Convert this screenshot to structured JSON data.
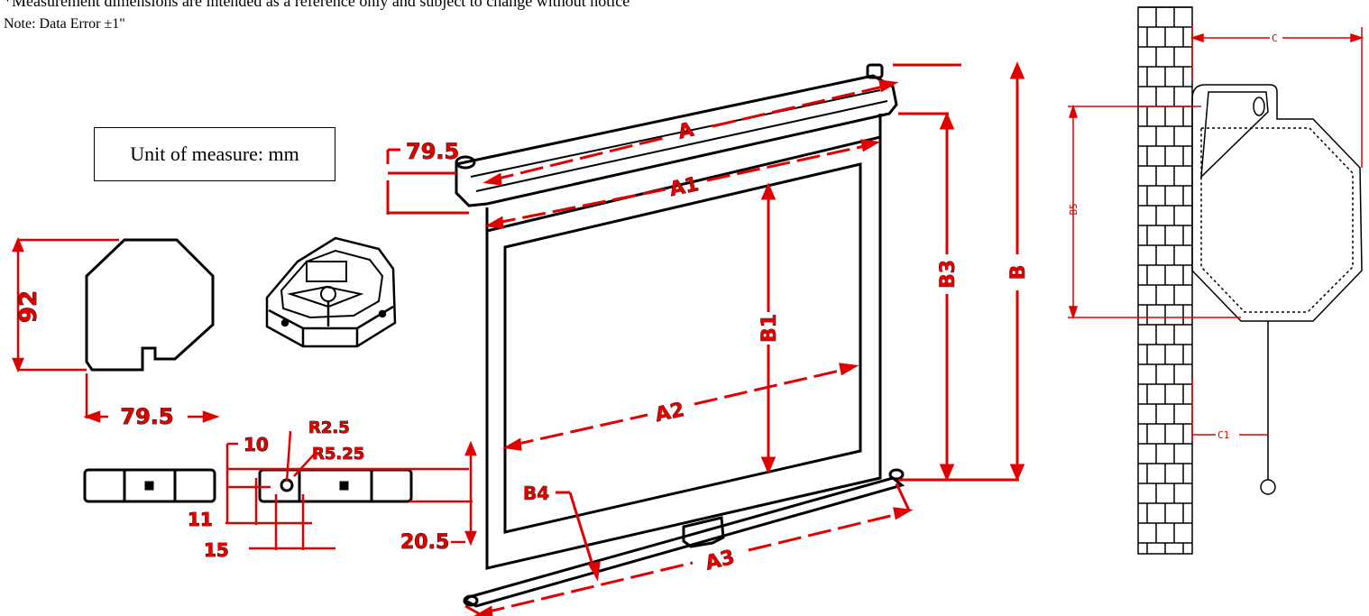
{
  "notes": {
    "disclaimer": "*Measurement dimensions are intended as a reference only and subject to change without notice",
    "data_error": "Note: Data Error ±1\""
  },
  "unit_box": "Unit of measure: mm",
  "dimensions": {
    "housing_depth_top": "79.5",
    "housing_height": "92",
    "housing_width": "79.5",
    "bracket_10": "10",
    "bracket_11": "11",
    "bracket_15": "15",
    "bracket_20_5": "20.5",
    "bracket_r2_5": "R2.5",
    "bracket_r5_25": "R5.25"
  },
  "screen_labels": {
    "A": "A",
    "A1": "A1",
    "A2": "A2",
    "A3": "A3",
    "B": "B",
    "B1": "B1",
    "B3": "B3",
    "B4": "B4"
  },
  "side_labels": {
    "C": "C",
    "C1": "C1",
    "B5": "B5"
  },
  "colors": {
    "dimension": "#e00000",
    "line": "#000000"
  }
}
